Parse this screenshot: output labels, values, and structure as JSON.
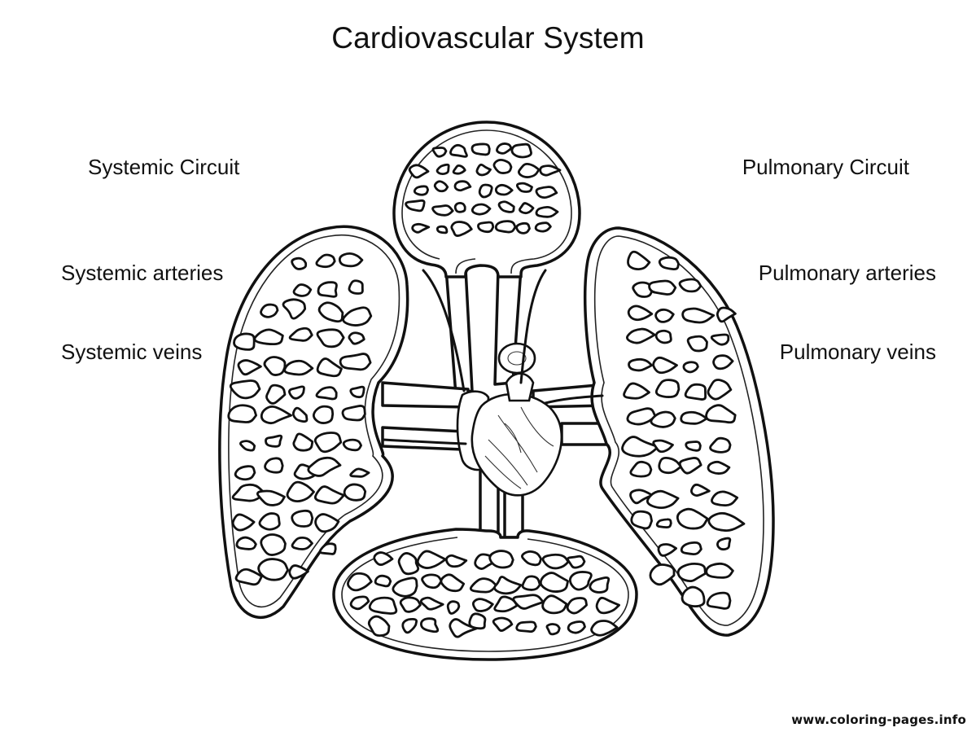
{
  "title": "Cardiovascular System",
  "labels": {
    "systemic_circuit": "Systemic Circuit",
    "systemic_arteries": "Systemic arteries",
    "systemic_veins": "Systemic veins",
    "pulmonary_circuit": "Pulmonary Circuit",
    "pulmonary_arteries": "Pulmonary arteries",
    "pulmonary_veins": "Pulmonary veins"
  },
  "watermark": "www.coloring-pages.info",
  "colors": {
    "line": "#111111",
    "background": "#ffffff"
  }
}
